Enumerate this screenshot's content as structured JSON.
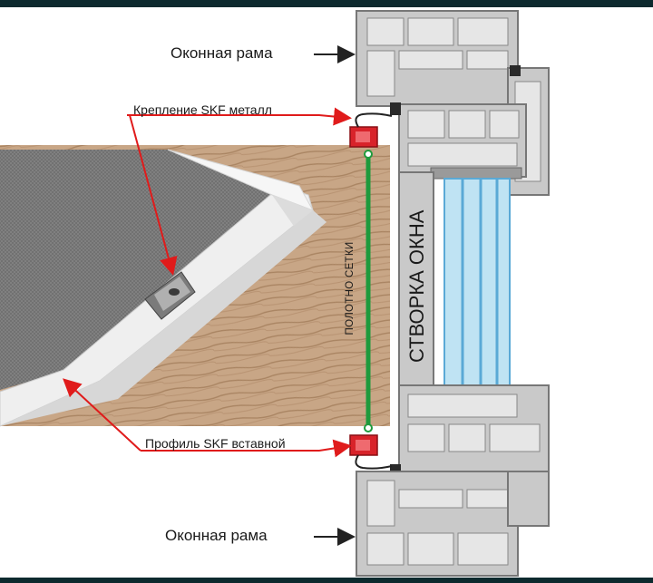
{
  "labels": {
    "frame_top": "Оконная рама",
    "frame_bottom": "Оконная рама",
    "mount": "Крепление  SKF металл",
    "profile": "Профиль SKF вставной",
    "mesh": "ПОЛОТНО СЕТКИ",
    "sash": "СТВОРКА ОКНА"
  },
  "colors": {
    "pvc": "#c9c9c9",
    "pvc_dark": "#7a7a7a",
    "glass": "#bfe3f3",
    "glass_edge": "#5aa9d6",
    "seal": "#2a2a2a",
    "skf_red": "#d8232a",
    "mesh_green": "#1e9a3c",
    "arrow_red": "#e01b1b",
    "wood": "#c8a788"
  }
}
